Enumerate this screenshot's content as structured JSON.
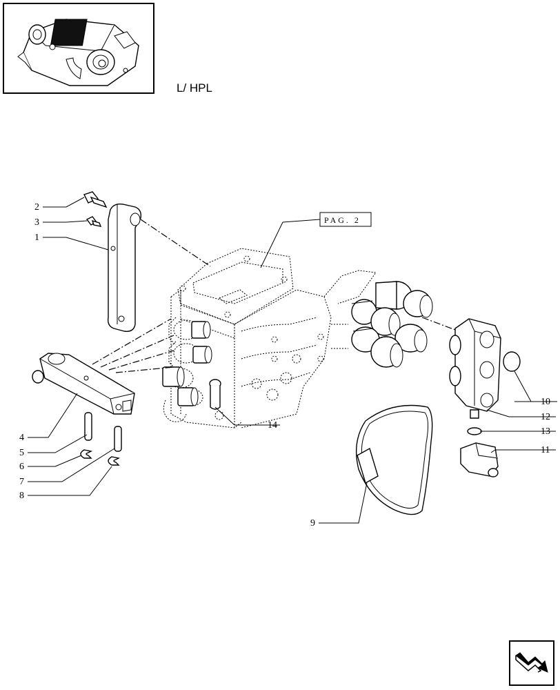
{
  "header": {
    "variant_label": "L/ HPL"
  },
  "reference": {
    "page_ref": "PAG. 2"
  },
  "callouts": [
    {
      "id": "1",
      "text": "1"
    },
    {
      "id": "2",
      "text": "2"
    },
    {
      "id": "3",
      "text": "3"
    },
    {
      "id": "4",
      "text": "4"
    },
    {
      "id": "5",
      "text": "5"
    },
    {
      "id": "6",
      "text": "6"
    },
    {
      "id": "7",
      "text": "7"
    },
    {
      "id": "8",
      "text": "8"
    },
    {
      "id": "9",
      "text": "9"
    },
    {
      "id": "10",
      "text": "10"
    },
    {
      "id": "11",
      "text": "11"
    },
    {
      "id": "12",
      "text": "12"
    },
    {
      "id": "13",
      "text": "13"
    },
    {
      "id": "14",
      "text": "14"
    }
  ],
  "icons": {
    "thumbnail": "assembly-thumbnail-icon",
    "navigation": "next-page-arrow-icon"
  }
}
